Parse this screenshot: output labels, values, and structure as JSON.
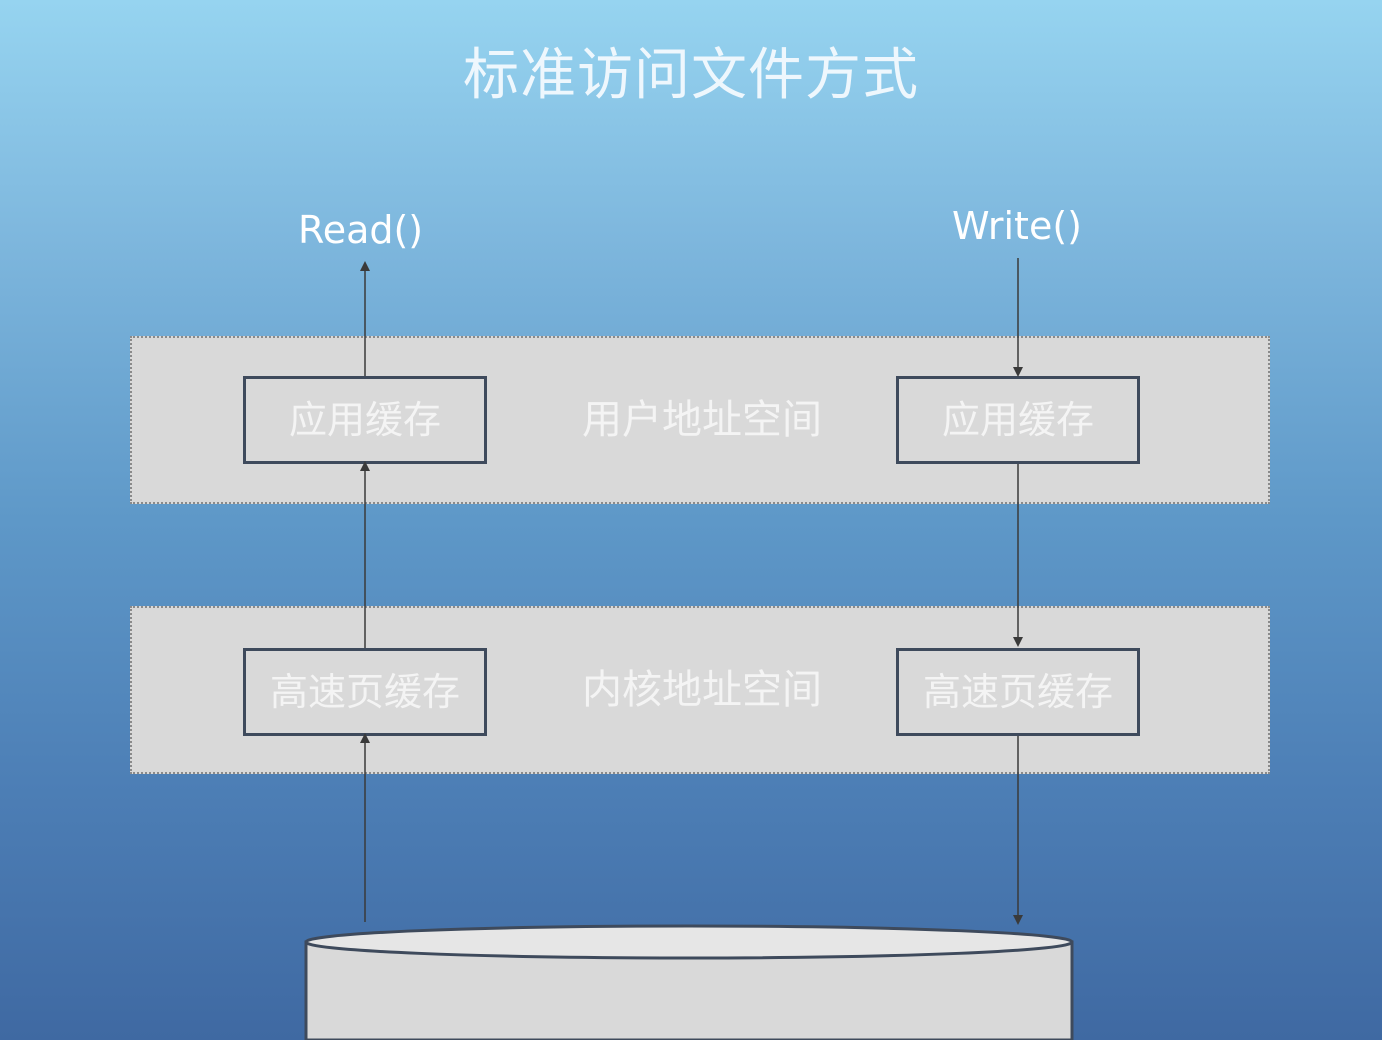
{
  "title": "标准访问文件方式",
  "read_label": "Read()",
  "write_label": "Write()",
  "user_space": {
    "label": "用户地址空间",
    "left_box": "应用缓存",
    "right_box": "应用缓存"
  },
  "kernel_space": {
    "label": "内核地址空间",
    "left_box": "高速页缓存",
    "right_box": "高速页缓存"
  },
  "colors": {
    "band_fill": "#d9d9d9",
    "box_border": "#3e4a5c",
    "arrow": "#3a3a3a"
  }
}
